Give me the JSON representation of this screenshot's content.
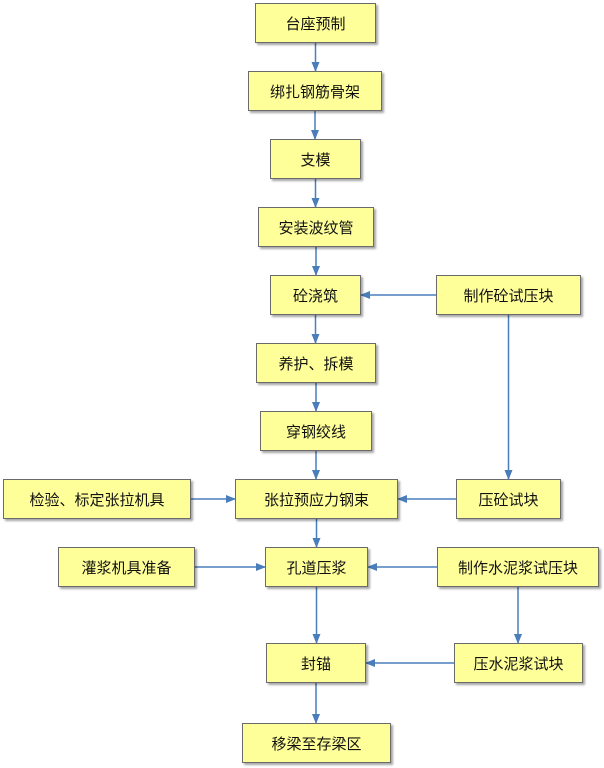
{
  "colors": {
    "box_fill": "#ffff99",
    "box_border": "#6b6b6b",
    "arrow": "#4a7ebb"
  },
  "nodes": {
    "n1": "台座预制",
    "n2": "绑扎钢筋骨架",
    "n3": "支模",
    "n4": "安装波纹管",
    "n5": "砼浇筑",
    "n6": "养护、拆模",
    "n7": "穿钢绞线",
    "n8": "张拉预应力钢束",
    "n9": "孔道压浆",
    "n10": "封锚",
    "n11": "移梁至存梁区",
    "r1": "制作砼试压块",
    "r2": "压砼试块",
    "r3": "制作水泥浆试压块",
    "r4": "压水泥浆试块",
    "l1": "检验、标定张拉机具",
    "l2": "灌浆机具准备"
  },
  "edges": [
    [
      "n1",
      "n2"
    ],
    [
      "n2",
      "n3"
    ],
    [
      "n3",
      "n4"
    ],
    [
      "n4",
      "n5"
    ],
    [
      "n5",
      "n6"
    ],
    [
      "n6",
      "n7"
    ],
    [
      "n7",
      "n8"
    ],
    [
      "n8",
      "n9"
    ],
    [
      "n9",
      "n10"
    ],
    [
      "n10",
      "n11"
    ],
    [
      "r1",
      "n5"
    ],
    [
      "r1",
      "r2"
    ],
    [
      "r2",
      "n8"
    ],
    [
      "l1",
      "n8"
    ],
    [
      "l2",
      "n9"
    ],
    [
      "r3",
      "n9"
    ],
    [
      "r3",
      "r4"
    ],
    [
      "r4",
      "n10"
    ]
  ]
}
